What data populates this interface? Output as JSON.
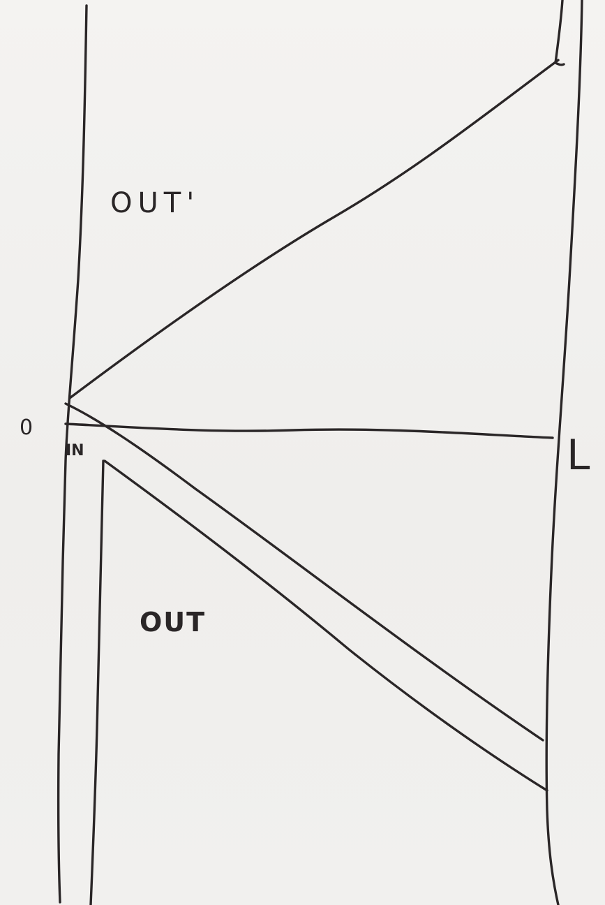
{
  "labels": {
    "out_prime": "OUT'",
    "origin": "0",
    "length": "L",
    "in": "IN",
    "out": "OUT"
  }
}
